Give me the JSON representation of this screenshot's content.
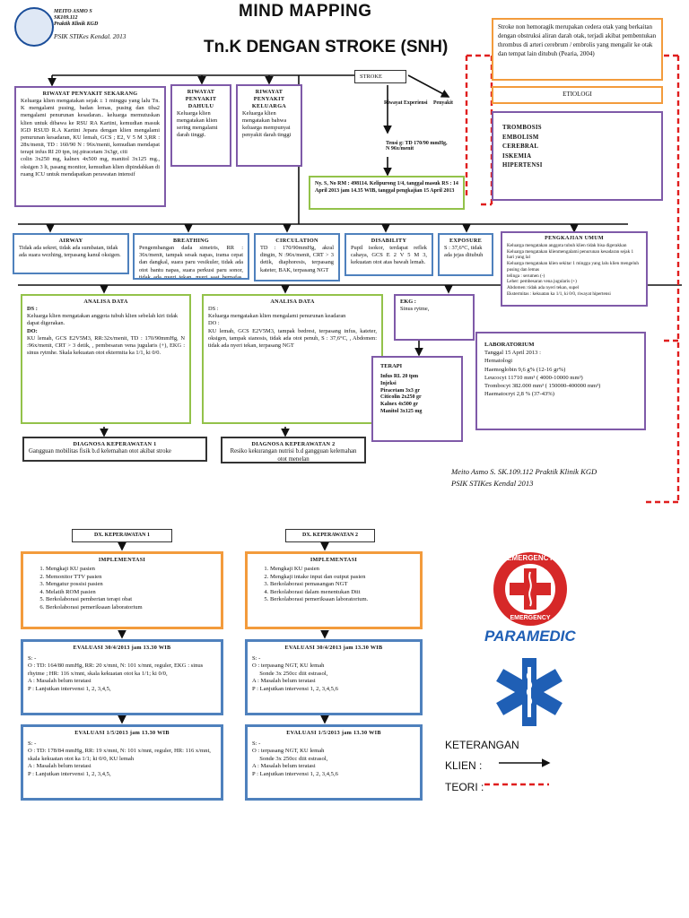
{
  "header": {
    "author_lines": [
      "MEITO ASMO S",
      "SK109.112",
      "Praktik Klinik KGD"
    ],
    "org": "PSIK STIKes Kendal. 2013",
    "title_line1": "MIND MAPPING",
    "title_line2": "Tn.K DENGAN STROKE (SNH)"
  },
  "definition": "Stroke non hemoragik merupakan cedera otak yang berkaitan dengan obstruksi aliran darah otak, terjadi akibat pembentukan thrombus di arteri cerebrum / embrolis yang mengalir ke otak dan tempat lain ditubuh (Pearia, 2004)",
  "stroke_label": "STROKE",
  "etiologi": {
    "title": "ETIOLOGI",
    "items": [
      "TROMBOSIS",
      "EMBOLISM",
      "CEREBRAL",
      "ISKEMIA",
      "HIPERTENSI"
    ]
  },
  "riwayat_penyakit_experiensi": {
    "left": "Riwayat Experiensi",
    "right": "Penyakit"
  },
  "vital_pre": [
    "Tensi g: TD 170/90 mmHg,",
    "N 96x/menit"
  ],
  "patient_id": "Ny. S, No RM : 498114. Kelipurong 1/4, tanggal masuk RS : 14 April 2013 jam 14.35 WIB, tanggal pengkajian 15 April 2013",
  "riwayat_sekarang": {
    "title": "RIWAYAT PENYAKIT SEKARANG",
    "lines": [
      "Keluarga klien mengatakan sejak ± 1 minggu yang lalu Tn. K mengalami pusing, badan lemas, pusing dan tiba2 mengalami penurunan kesadaran.. keluarga memutuskan klien untuk dibawa ke RSU RA Kartini, kemudian masuk IGD RSUD R.A Kartini Jepara dengan klien mengalami penurunan kesadaran, KU lemah, GCS ; E2, V 5 M 3,RR : 28x/menit, TD : 160/90 N : 96x/menit, kemudian mendapat terapi infus RI 20 tpn, inj.piracetam 3x3gr, citi",
      "colin 3x250 mg, kalnex 4x500 mg, manitol 3x125 mg., oksigen 3 lt, pasang monitor, kemudian klien dipindahkan di ruang ICU untuk mendapatkan perawatan intensif"
    ]
  },
  "riwayat_dahulu": {
    "title": "RIWAYAT PENYAKIT DAHULU",
    "text": "Keluarga klien mengatakan klien sering mengalami darah tinggi."
  },
  "riwayat_keluarga": {
    "title": "RIWAYAT PENYAKIT KELUARGA",
    "text": "Keluarga klien mengatakan bahwa keluarga mempunyai penyakit darah tinggi"
  },
  "airway": {
    "title": "AIRWAY",
    "text": "Tidak ada sekret, tidak ada sumbatan, tidak ada suara wezhing, terpasang kanul oksigen."
  },
  "breathing": {
    "title": "BREATHING",
    "text": "Pengembangan dada simetris, RR : 36x/menit, tampak sesak napas, irama cepat dan dangkal, suara paru vesikuler, tidak ada otot bantu napas, suara perkusi paru sonor, tidak ada nyeri tekan, nyeri saat bernafas, tidak ada pernapasan cuping hidung"
  },
  "circulation": {
    "title": "CIRCULATION",
    "text": "TD : 170/90mmHg, akral dingin, N :96x/menit, CRT > 3 detik, diaphoresis, terpasang kateter, BAK, terpasang NGT"
  },
  "disability": {
    "title": "DISABILITY",
    "text": "Pupil isokor, terdapat reflek cahaya, GCS E 2 V 5 M 3, kekuatan otot atas bawah lemah."
  },
  "exposure": {
    "title": "EXPOSURE",
    "text": "S : 37,6°C, tidak ada jejas ditubuh"
  },
  "pengkajian_umum": {
    "title": "PENGKAJIAN UMUM",
    "lines": [
      "Keluarga mengatakan anggota tubuh klien tidak bisa digerakkan",
      "Keluarga mengatakan klienmengalami penurunan kesadaran sejak 1 hari yang lal",
      "Keluarga mengatakan klien sekitar 1 minggu yang lalu klien mengeluh pusing dan lemas",
      "telinga : serumen (-)",
      "Leher: pembesaran vena jugularis (+)",
      "Abdomen: tidak ada nyeri tekan, supel",
      "Ekstermitas : kekuatan ka 1/1, ki 0/0, riwayat hipertensi"
    ]
  },
  "analisa1": {
    "title": "ANALISA DATA",
    "ds_label": "DS :",
    "ds": "Keluarga klien mengatakan anggota tubuh klien sebelah kiri tidak dapat digerakan.",
    "do_label": "DO:",
    "do_lines": [
      "KU lemah, GCS E2V5M3, RR:32x/menit, TD : 170/90mmHg, N :96x/menit, CRT > 3 detik, , pembesaran vena jugularis (+), EKG : sinus rytmhe. Skala kekuatan otot ektermita ka 1/1, ki 0/0."
    ]
  },
  "analisa2": {
    "title": "ANALISA DATA",
    "ds_label": "DS :",
    "ds": "Keluarga mengatakan klien mengalami penurunan keadaran",
    "do_label": "DO :",
    "do_lines": [
      "KU lemah, GCS E2V5M3, tampak bedrest, terpasang infus, kateter, oksigen, tampak sianosis, tidak ada otot penuh, S : 37,6°C, , Abdomen: tidak ada nyeri tekan, terpasang NGT"
    ]
  },
  "ekg": {
    "title": "EKG :",
    "text": "Sinus rytme,"
  },
  "terapi": {
    "title": "TERAPI",
    "lines": [
      "Infus RL 20 tpm",
      "Injeksi",
      "Piracetam 3x3 gr",
      "Citicolin 2x250 gr",
      "Kalnex 4x500 gr",
      "Manitol 3x125 mg"
    ]
  },
  "lab": {
    "title": "LABORATORIUM",
    "lines": [
      "Tanggal 15 April 2013 :",
      "Hematologi",
      "Haemoglobin 9,6 g% (12-16 gr%)",
      "Leucocyt 11710 mm³ ( 4000-10000 mm³)",
      "Trombocyt 382.000 mm³ ( 150000-400000 mm³)",
      "Haematocryt 2,8 % (37-43%)"
    ]
  },
  "diagnosa1": {
    "title": "DIAGNOSA KEPERAWATAN 1",
    "text": "Gangguan mobilitas fisik b.d kelemahan otot akibat stroke"
  },
  "diagnosa2": {
    "title": "DIAGNOSA KEPERAWATAN 2",
    "text": "Resiko kekurangan nutrisi b.d gangguan kelemahan otot menelan"
  },
  "signature": [
    "Meito Asmo S. SK.109.112   Praktik Klinik KGD",
    "PSIK STIKes Kendal 2013"
  ],
  "dx1": {
    "label": "DX. KEPERAWATAN 1",
    "impl_title": "IMPLEMENTASI",
    "impl_items": [
      "Mengkaji KU pasien",
      "Memonitor TTV pasien",
      "Mengatur possisi pasien",
      "Melatih ROM pasien",
      "Berkolaborasi pemberian terapi obat",
      "Berkolaborasi pemeriksaan laboratorium"
    ],
    "eval1_title": "EVALUASI 30/4/2013 jam 13.30 WIB",
    "eval1_lines": [
      "S: -",
      "O : TD: 164/80 mmHg, RR: 20 x/mnt, N: 101 x/mnt, reguler, EKG : sinus rhytme ; HR: 116 x/mnt, skala kekuatan otot ka 1/1; ki 0/0,",
      "A : Masalah belum teratasi",
      "P : Lanjutkan intervensi 1, 2, 3,4,5,"
    ],
    "eval2_title": "EVALUASI 1/5/2013 jam 13.30 WIB",
    "eval2_lines": [
      "S: -",
      "O : TD: 178/84 mmHg, RR: 19 x/mnt, N: 101 x/mnt, reguler, HR: 116 x/mnt, skala kekuatan otot ka 1/1; ki 0/0, KU lemah",
      "A : Masalah belum teratasi",
      "P : Lanjutkan intervensi 1, 2, 3,4,5,"
    ]
  },
  "dx2": {
    "label": "DX. KEPERAWATAN 2",
    "impl_title": "IMPLEMENTASI",
    "impl_items": [
      "Mengkaji KU pasien",
      "Mengkaji intake input dan output pasien",
      "Berkolaborasi pemasangan NGT",
      "Berkolaborasi dalam menentukan Diit",
      "Berkolaborasi pemeriksaan laboratorium."
    ],
    "eval1_title": "EVALUASI 30/4/2013 jam 13.30 WIB",
    "eval1_lines": [
      "S: -",
      "O : terpasang NGT, KU lemah",
      "     Sonde 3x 250cc diit estrasol,",
      "A : Masalah belum teratasi",
      "P : Lanjutkan intervensi 1, 2, 3,4,5,6"
    ],
    "eval2_title": "EVALUASI 1/5/2013 jam 13.30 WIB",
    "eval2_lines": [
      "S: -",
      "O : terpasang NGT, KU lemah",
      "     Sonde 3x 250cc diit estrasol,",
      "A : Masalah belum teratasi",
      "P : Lanjutkan intervensi 1, 2, 3,4,5,6"
    ]
  },
  "logos": {
    "emergency_text": "EMERGENCY",
    "paramedic_text": "PARAMEDIC"
  },
  "legend": {
    "title": "KETERANGAN",
    "klien": "KLIEN :",
    "teori": "TEORI :"
  },
  "colors": {
    "purple": "#7f5aa8",
    "blue": "#4f81bd",
    "green": "#93c24a",
    "orange": "#f39b3c",
    "red": "#e0402f",
    "dash_red": "#e01e1e"
  }
}
